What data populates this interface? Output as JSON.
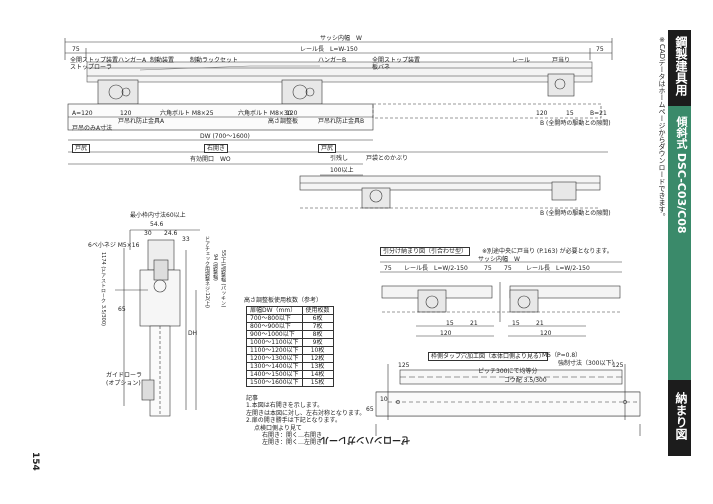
{
  "side": {
    "category": "鋼製建具用",
    "product": "傾斜式 DSC-C03/C08",
    "section": "納まり図",
    "cad_note": "※CADデータはホームページからダウンロードできます。"
  },
  "footer": {
    "page": "154",
    "brand": "ゼーロンハンガレール"
  },
  "top": {
    "sash_width": "サッシ内幅　W",
    "rail_length": "レール長　L=W-150",
    "d75a": "75",
    "d75b": "75",
    "stop_device": "全開ストップ装置",
    "stopper_roller": "ストップローラ",
    "hanger_a": "ハンガーA",
    "brake_device": "制動装置",
    "brake_rack_set": "制動ラックセット",
    "hanger_b": "ハンガーB",
    "stop_device2": "全開ストップ装置",
    "plate_spring": "板バネ",
    "rail": "レール",
    "door_stop": "戸当り",
    "a120": "A=120",
    "d120": "120",
    "d120b": "120",
    "d120c": "120",
    "antirun": "戸吊れ防止金具A",
    "hex_bolt1": "六角ボルト M8×25",
    "hex_bolt2": "六角ボルト M8×30",
    "level_plate": "高さ調整板",
    "antirun_b": "戸吊れ防止金具B",
    "d15": "15",
    "b21": "B=21",
    "b_note": "B (全開時の駆動との隙間)",
    "a_note": "戸吊のみA寸法",
    "dw": "DW (700〜1600)",
    "door_tag": "戸尻",
    "door_tag2": "戸尻",
    "right_open": "右開き",
    "effective_width": "有効開口　WO",
    "pull_margin": "引残し",
    "door_gap": "戸袋とのかぶり",
    "d100": "100以上",
    "b_note2": "B (全開時の駆動との隙間)"
  },
  "section": {
    "min_dim": "最小枠内寸法60以上",
    "d54": "54.6",
    "d30": "30",
    "d24": "24.6",
    "d33": "33",
    "tapping_screw": "6ベ小ネジ M5×16",
    "d65": "65",
    "door_stroke": "1174 (ドアストローク 3.5/300)",
    "d1143": "114",
    "guide_roller": "ガイドローラ",
    "option": "(オプション)",
    "adj_title": "ドアチェック用調整ネジ:12(上)",
    "adj2": "94 (調整幅)",
    "adj3": "55(上)/調整幅 (パッキン)",
    "dh": "DH"
  },
  "table": {
    "title": "高さ調整板使用枚数（参考）",
    "headers": [
      "扉幅DW（mm）",
      "使用枚数"
    ],
    "rows": [
      [
        "700〜800以下",
        "6枚"
      ],
      [
        "800〜900以下",
        "7枚"
      ],
      [
        "900〜1000以下",
        "8枚"
      ],
      [
        "1000〜1100以下",
        "9枚"
      ],
      [
        "1100〜1200以下",
        "10枚"
      ],
      [
        "1200〜1300以下",
        "12枚"
      ],
      [
        "1300〜1400以下",
        "13枚"
      ],
      [
        "1400〜1500以下",
        "14枚"
      ],
      [
        "1500〜1600以下",
        "15枚"
      ]
    ]
  },
  "notes": {
    "title": "記事",
    "l1": "1.本図は右開きを示します。",
    "l2": "左開きは本図に対し、左右対称となります。",
    "l3": "2.扉の開き勝手は下記となります。",
    "l4": "点検口側より見て",
    "l5": "右開き：開く…右開き",
    "l6": "左開き：開く…左開き"
  },
  "double": {
    "title": "引分け納まり図（引合わせ型）",
    "note": "※別途中央に戸当り (P.163) が必要となります。",
    "sash": "サッシ内幅　W",
    "rail_l": "レール長　L=W/2-150",
    "rail_r": "レール長　L=W/2-150",
    "d75": "75",
    "d75b": "75",
    "d75c": "75",
    "d15": "15",
    "d21": "21",
    "d120": "120",
    "d15b": "15",
    "d21b": "21",
    "d120b": "120"
  },
  "bolt": {
    "title": "枠側タップ穴加工図（本体口側より見る）",
    "m5": "M5（P=0.8）",
    "pitch": "ピッチ300にて均等分",
    "sw": "強制寸法（300以下）",
    "slope": "コウ配 3.5/300",
    "d125": "125",
    "d125b": "125",
    "d10": "10",
    "d65": "65"
  }
}
